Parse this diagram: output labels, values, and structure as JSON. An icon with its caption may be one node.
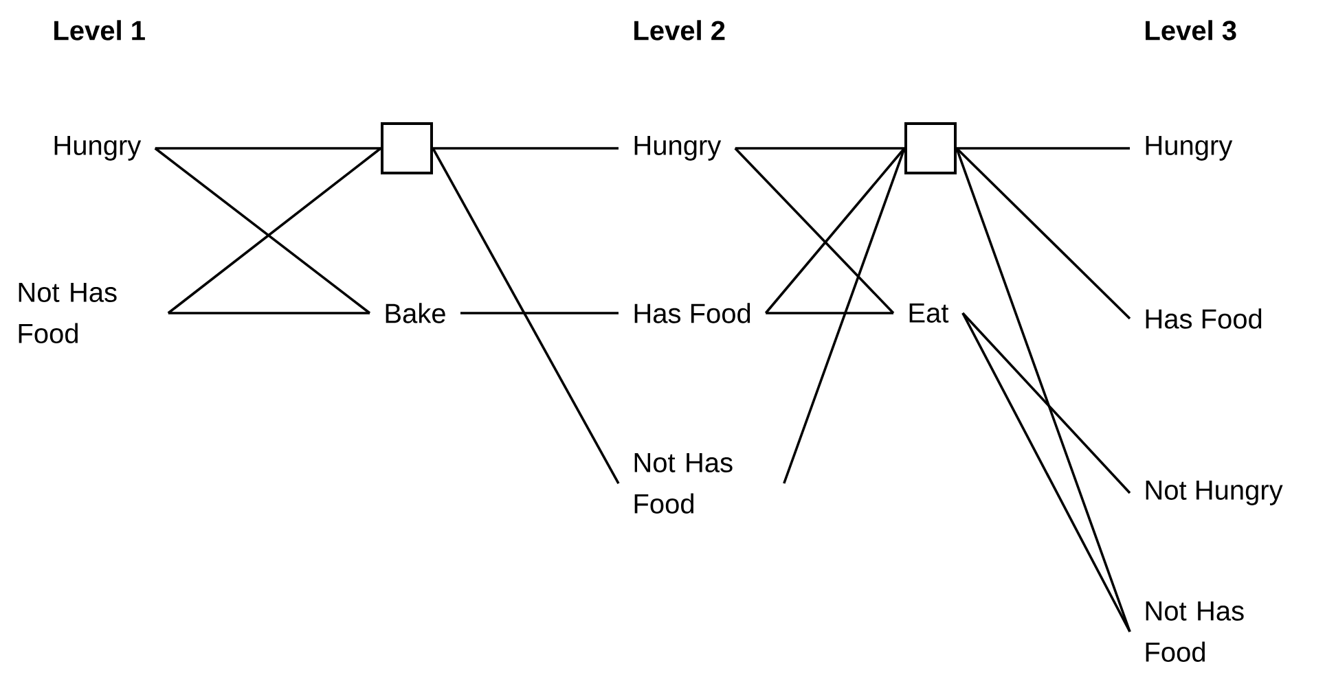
{
  "diagram": {
    "nodes": [
      {
        "text": [
          "Hungry"
        ]
      },
      {
        "text": [
          "Not Has Food"
        ]
      },
      {
        "text": [],
        "shape": "box"
      },
      {
        "text": [
          "Bake"
        ]
      },
      {
        "text": [
          "Hungry"
        ]
      },
      {
        "text": [
          "Has Food"
        ]
      },
      {
        "text": [
          "Not Has Food"
        ]
      },
      {
        "text": [],
        "shape": "box"
      },
      {
        "text": [
          "Eat"
        ]
      },
      {
        "text": [
          "Hungry"
        ]
      },
      {
        "text": [
          "Has Food"
        ]
      },
      {
        "text": [
          "Not Hungry"
        ]
      },
      {
        "text": [
          "Not Has Food"
        ]
      }
    ],
    "edges": [
      {
        "from": 0,
        "to": 2,
        "arrow": "none"
      },
      {
        "from": 0,
        "to": 3,
        "arrow": "none"
      },
      {
        "from": 1,
        "to": 2,
        "arrow": "none"
      },
      {
        "from": 1,
        "to": 3,
        "arrow": "none"
      },
      {
        "from": 2,
        "to": 4,
        "arrow": "none"
      },
      {
        "from": 2,
        "to": 6,
        "arrow": "none"
      },
      {
        "from": 3,
        "to": 5,
        "arrow": "none"
      },
      {
        "from": 4,
        "to": 7,
        "arrow": "none"
      },
      {
        "from": 4,
        "to": 8,
        "arrow": "none"
      },
      {
        "from": 5,
        "to": 7,
        "arrow": "none"
      },
      {
        "from": 5,
        "to": 8,
        "arrow": "none"
      },
      {
        "from": 6,
        "to": 7,
        "arrow": "none"
      },
      {
        "from": 7,
        "to": 9,
        "arrow": "none"
      },
      {
        "from": 7,
        "to": 10,
        "arrow": "none"
      },
      {
        "from": 7,
        "to": 12,
        "arrow": "none"
      },
      {
        "from": 8,
        "to": 11,
        "arrow": "none"
      },
      {
        "from": 8,
        "to": 12,
        "arrow": "none"
      }
    ],
    "labels": [
      "Level 1",
      "Level 2",
      "Level 3"
    ]
  }
}
